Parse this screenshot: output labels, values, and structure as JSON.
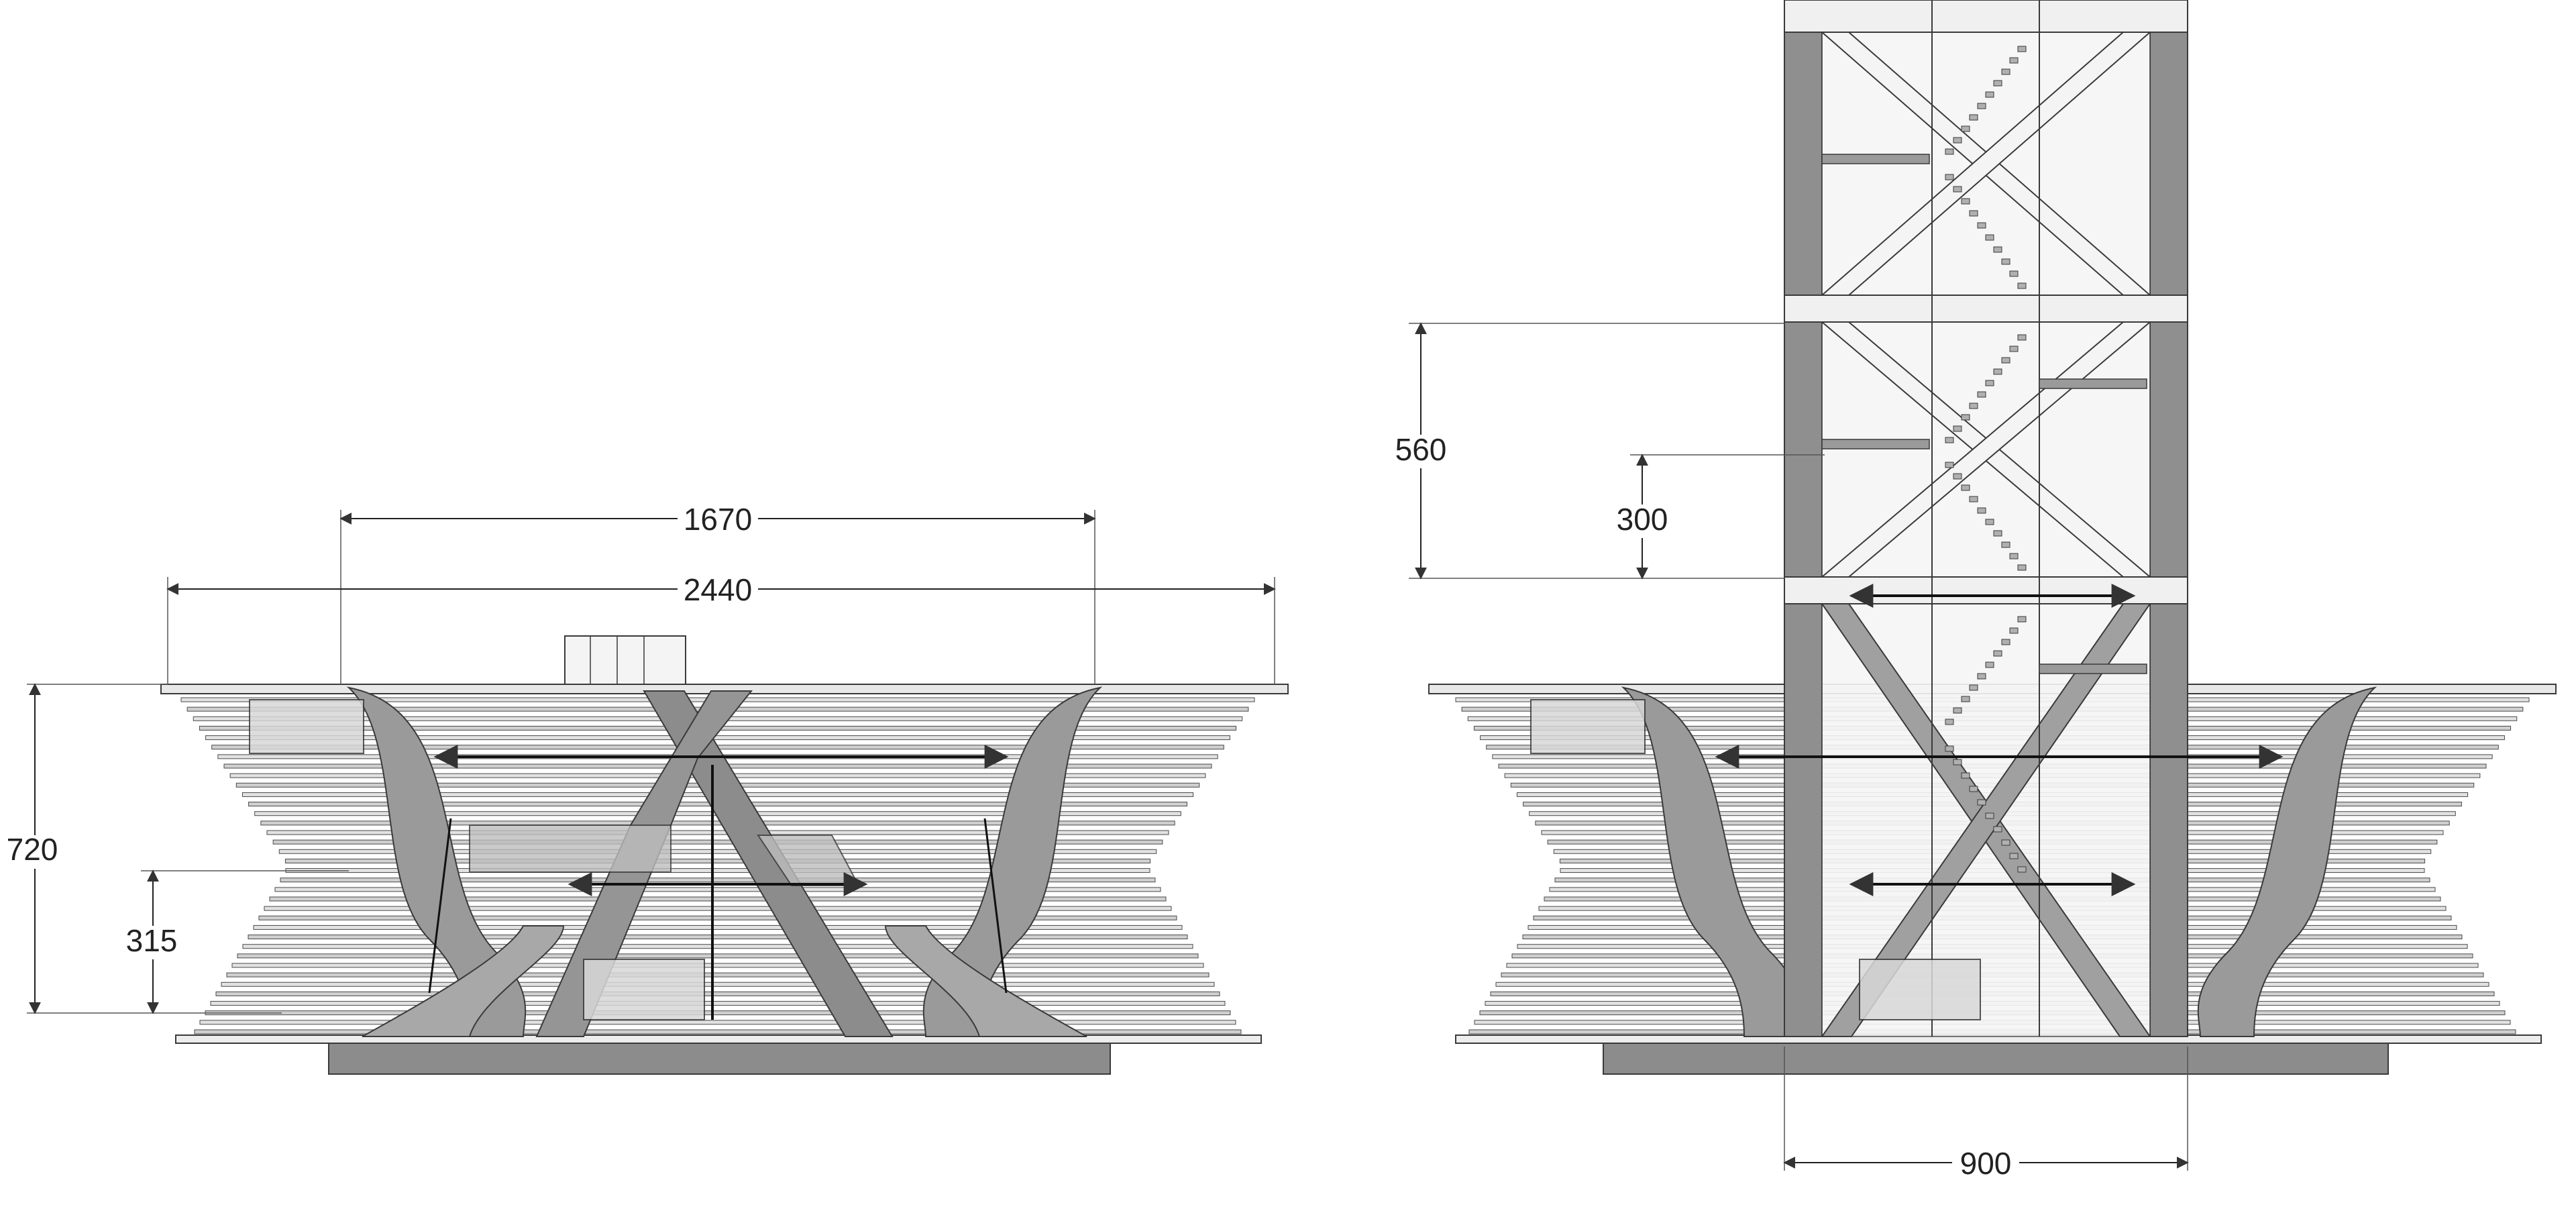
{
  "dimensions": {
    "left_span_inner": "1670",
    "left_span_outer": "2440",
    "left_height_total": "720",
    "left_height_lower": "315",
    "right_tower_module": "560",
    "right_tower_sub": "300",
    "right_base_width": "900"
  },
  "colors": {
    "line": "#3a3a3a",
    "fill_dark": "#8c8c8c",
    "fill_mid": "#b4b4b4",
    "fill_light": "#dedede",
    "paper": "#ffffff"
  }
}
